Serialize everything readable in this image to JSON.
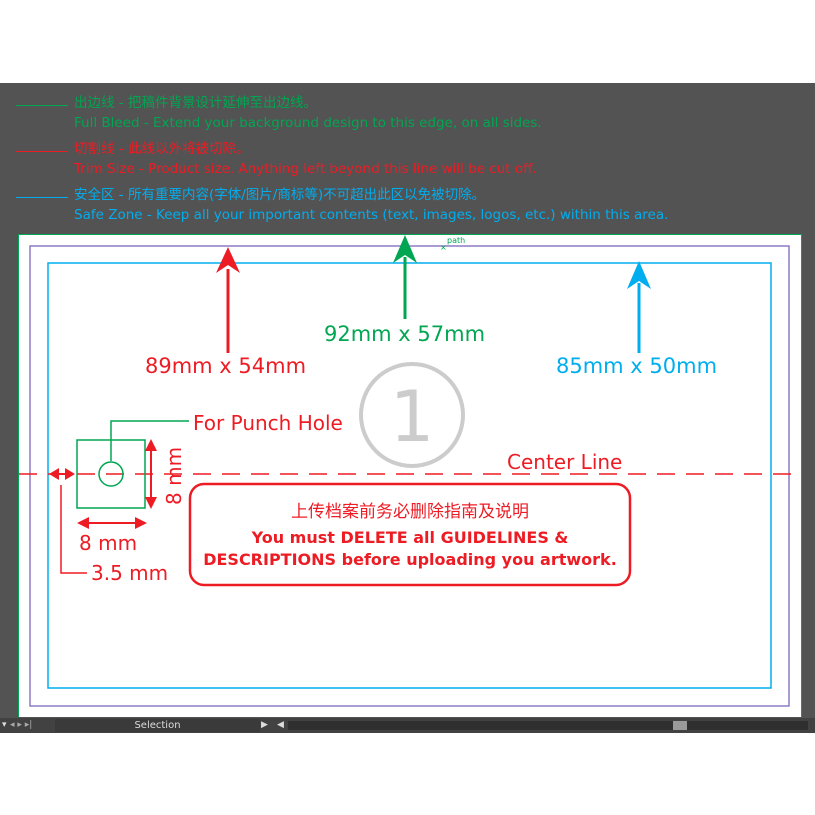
{
  "legend": [
    {
      "cn": "出边线 - 把稿件背景设计延伸至出边线。",
      "en": "Full Bleed - Extend your background design to this edge, on all sides.",
      "color": "#00a651"
    },
    {
      "cn": "切割线 - 此线以外将被切除。",
      "en": "Trim Size - Product size. Anything left beyond this line will be cut off.",
      "color": "#ed1c24"
    },
    {
      "cn": "安全区 - 所有重要内容(字体/图片/商标等)不可超出此区以免被切除。",
      "en": "Safe Zone - Keep all your important contents (text, images, logos, etc.) within this area.",
      "color": "#00aeef"
    }
  ],
  "artboard": {
    "path_label": "path",
    "trim_size": "89mm x 54mm",
    "bleed_size": "92mm x 57mm",
    "safe_size": "85mm x 50mm",
    "page_number": "1",
    "punch_hole_label": "For Punch Hole",
    "center_line_label": "Center Line",
    "dim_vertical": "8 mm",
    "dim_horizontal": "8 mm",
    "dim_offset": "3.5 mm",
    "notice_cn": "上传档案前务必删除指南及说明",
    "notice_en_1": "You must DELETE all GUIDELINES &",
    "notice_en_2": "DESCRIPTIONS before uploading you artwork."
  },
  "colors": {
    "bleed": "#00a651",
    "trim": "#ed1c24",
    "safe": "#00aeef",
    "purple": "#8e7cc3",
    "workspace": "#535353"
  },
  "statusbar": {
    "nav": "◂ ▸ ▸|",
    "tool": "Selection"
  }
}
